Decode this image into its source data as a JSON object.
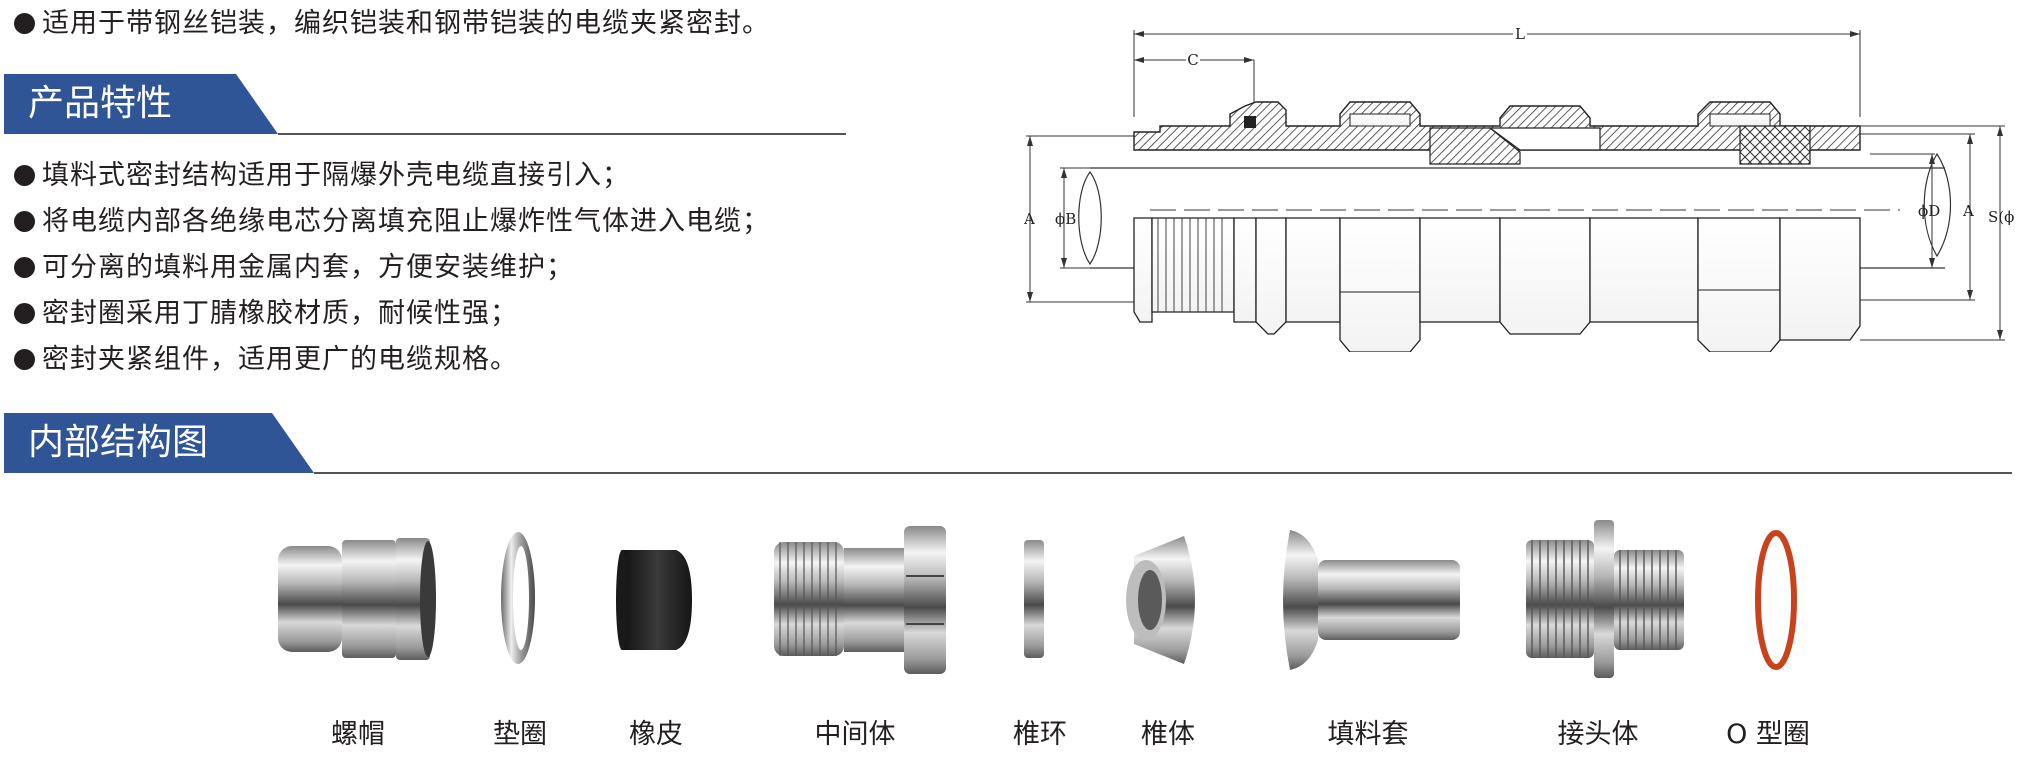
{
  "intro_bullet": "适用于带钢丝铠装，编织铠装和钢带铠装的电缆夹紧密封。",
  "section1": {
    "title": "产品特性"
  },
  "features": [
    "填料式密封结构适用于隔爆外壳电缆直接引入；",
    "将电缆内部各绝缘电芯分离填充阻止爆炸性气体进入电缆；",
    "可分离的填料用金属内套，方便安装维护；",
    "密封圈采用丁腈橡胶材质，耐候性强；",
    "密封夹紧组件，适用更广的电缆规格。"
  ],
  "section2": {
    "title": "内部结构图"
  },
  "drawing_labels": {
    "L": "L",
    "C": "C",
    "A_left": "A",
    "B": "ϕB",
    "D": "ϕD",
    "A_right": "A",
    "S": "S(ϕ"
  },
  "parts": [
    {
      "label": "螺帽"
    },
    {
      "label": "垫圈"
    },
    {
      "label": "橡皮"
    },
    {
      "label": "中间体"
    },
    {
      "label": "椎环"
    },
    {
      "label": "椎体"
    },
    {
      "label": "填料套"
    },
    {
      "label": "接头体"
    },
    {
      "label": "O 型圈"
    }
  ],
  "colors": {
    "header_blue": "#2f5597",
    "text": "#231f20",
    "o_ring": "#c8421c",
    "rubber": "#2b2b2b"
  }
}
